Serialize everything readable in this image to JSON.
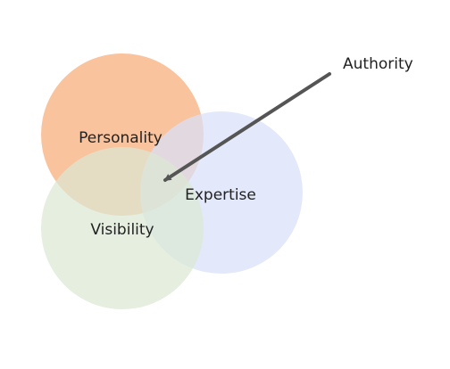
{
  "diagram": {
    "type": "venn",
    "sets": [
      {
        "id": "personality",
        "label": "Personality",
        "color": "#f6a66f",
        "opacity": 0.68
      },
      {
        "id": "expertise",
        "label": "Expertise",
        "color": "#d8e0f8",
        "opacity": 0.72
      },
      {
        "id": "visibility",
        "label": "Visibility",
        "color": "#dbe8d3",
        "opacity": 0.72
      }
    ],
    "annotation": {
      "label": "Authority",
      "arrow_color": "#555555"
    }
  }
}
